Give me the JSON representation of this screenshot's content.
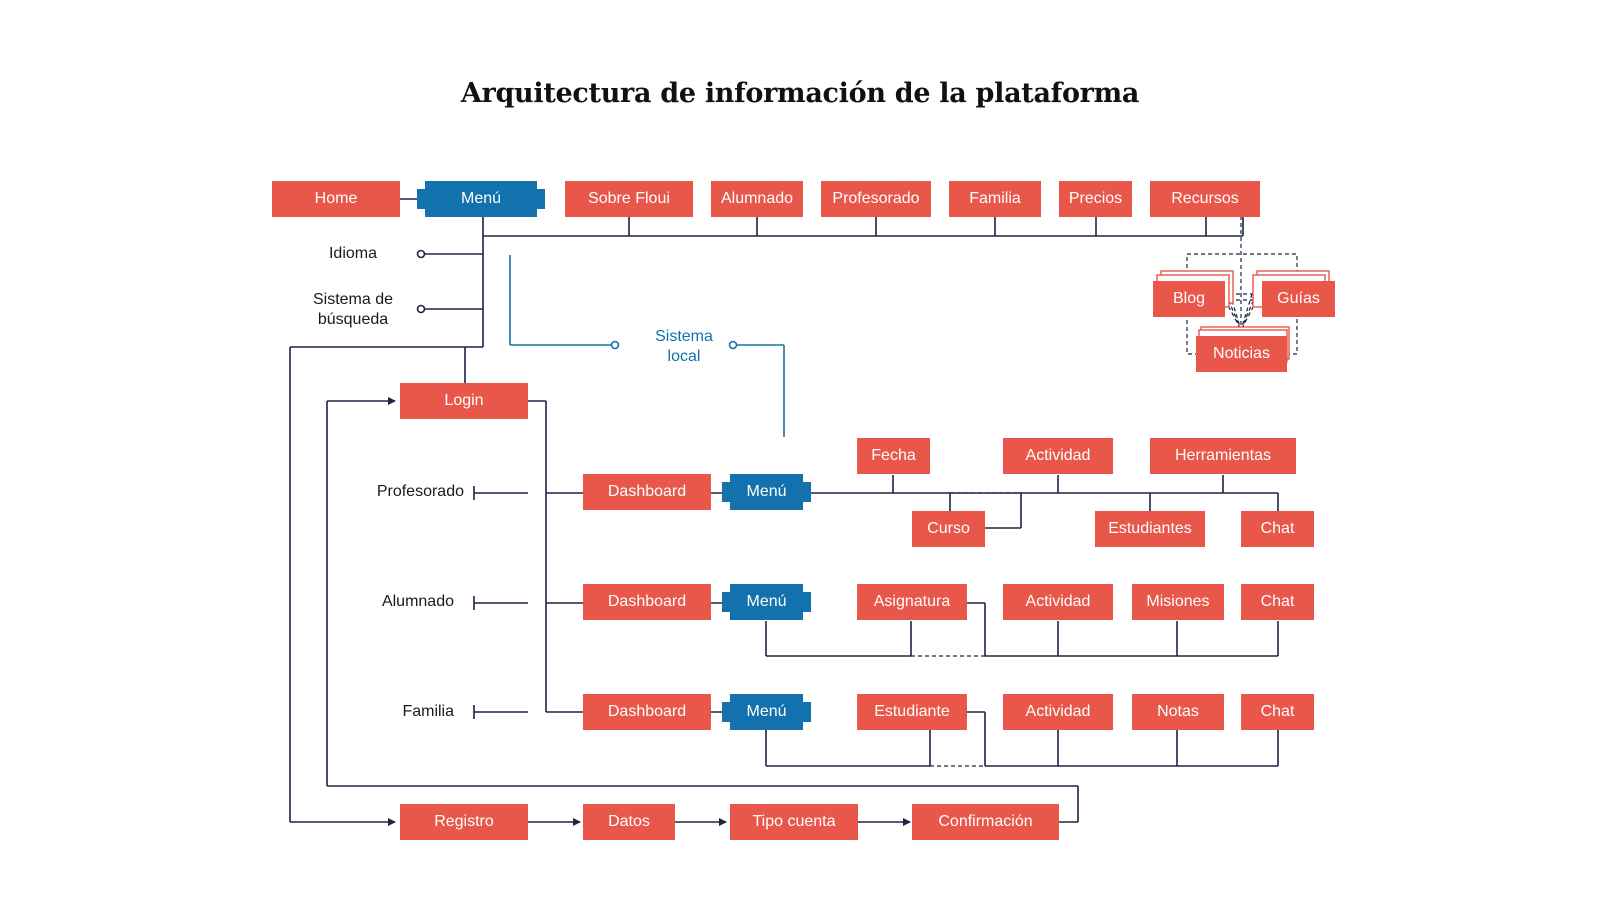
{
  "title": "Arquitectura de información de la plataforma",
  "colors": {
    "node": "#e8574a",
    "menu": "#1372ad",
    "line": "#1b2545",
    "local": "#1372ad"
  },
  "top_nav": {
    "home": "Home",
    "menu": "Menú",
    "sobre": "Sobre Floui",
    "alumnado": "Alumnado",
    "profesorado": "Profesorado",
    "familia": "Familia",
    "precios": "Precios",
    "recursos": "Recursos"
  },
  "recursos_sub": {
    "blog": "Blog",
    "guias": "Guías",
    "noticias": "Noticias"
  },
  "options": {
    "idioma": "Idioma",
    "busqueda_1": "Sistema de",
    "busqueda_2": "búsqueda",
    "local_1": "Sistema",
    "local_2": "local"
  },
  "login": "Login",
  "roles": {
    "profesorado": {
      "label": "Profesorado",
      "dashboard": "Dashboard",
      "menu": "Menú",
      "items": {
        "fecha": "Fecha",
        "actividad": "Actividad",
        "herramientas": "Herramientas",
        "curso": "Curso",
        "estudiantes": "Estudiantes",
        "chat": "Chat"
      }
    },
    "alumnado": {
      "label": "Alumnado",
      "dashboard": "Dashboard",
      "menu": "Menú",
      "items": {
        "asignatura": "Asignatura",
        "actividad": "Actividad",
        "misiones": "Misiones",
        "chat": "Chat"
      }
    },
    "familia": {
      "label": "Familia",
      "dashboard": "Dashboard",
      "menu": "Menú",
      "items": {
        "estudiante": "Estudiante",
        "actividad": "Actividad",
        "notas": "Notas",
        "chat": "Chat"
      }
    }
  },
  "registro": {
    "registro": "Registro",
    "datos": "Datos",
    "tipo": "Tipo cuenta",
    "confirmacion": "Confirmación"
  }
}
